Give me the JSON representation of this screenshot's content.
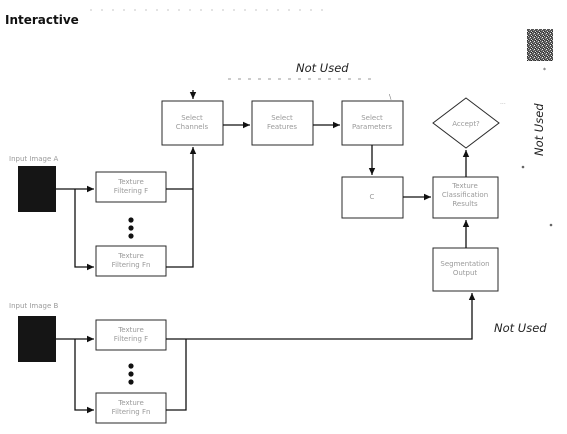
{
  "title": "Interactive",
  "annotations": {
    "not_used_top": "Not Used",
    "not_used_right": "Not Used",
    "not_used_bottom": "Not Used"
  },
  "inputs": {
    "input_a_label": "Input Image A",
    "input_b_label": "Input Image B"
  },
  "boxes": {
    "texture_filtering_1_a": [
      "Texture",
      "Filtering F"
    ],
    "texture_filtering_n_a": [
      "Texture",
      "Filtering Fn"
    ],
    "texture_filtering_1_b": [
      "Texture",
      "Filtering F"
    ],
    "texture_filtering_n_b": [
      "Texture",
      "Filtering Fn"
    ],
    "select_channels": [
      "Select",
      "Channels"
    ],
    "select_features": [
      "Select",
      "Features"
    ],
    "select_parameters": [
      "Select",
      "Parameters"
    ],
    "classifier": [
      "C"
    ],
    "result": [
      "Texture",
      "Classification",
      "Results"
    ],
    "bottom_right": [
      "Segmentation",
      "Output"
    ],
    "decision": [
      "Accept?"
    ]
  },
  "colors": {
    "line": "#111111",
    "box_border": "#2a2a2a",
    "input_fill": "#151515",
    "faint_text": "#9a9a9a"
  }
}
